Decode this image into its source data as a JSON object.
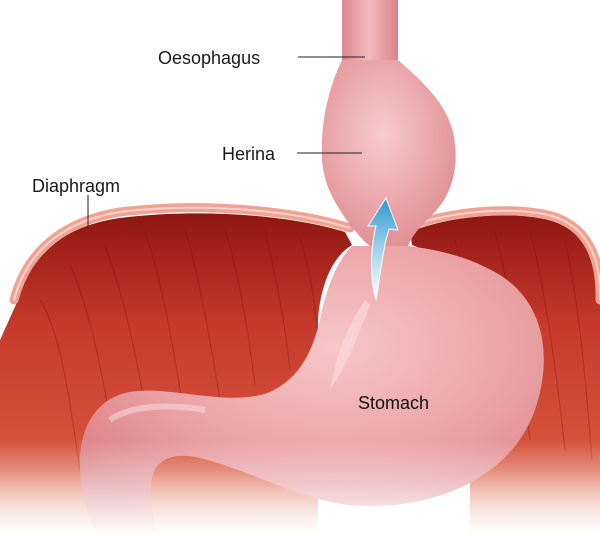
{
  "labels": {
    "oesophagus": "Oesophagus",
    "hernia": "Herina",
    "diaphragm": "Diaphragm",
    "stomach": "Stomach"
  },
  "colors": {
    "muscle_dark": "#a8201b",
    "muscle_mid": "#c8392c",
    "diaphragm_rim": "#f0a394",
    "tissue_pink": "#eca0a4",
    "tissue_light": "#f7c9c9",
    "arrow_blue": "#4aa9d6"
  }
}
